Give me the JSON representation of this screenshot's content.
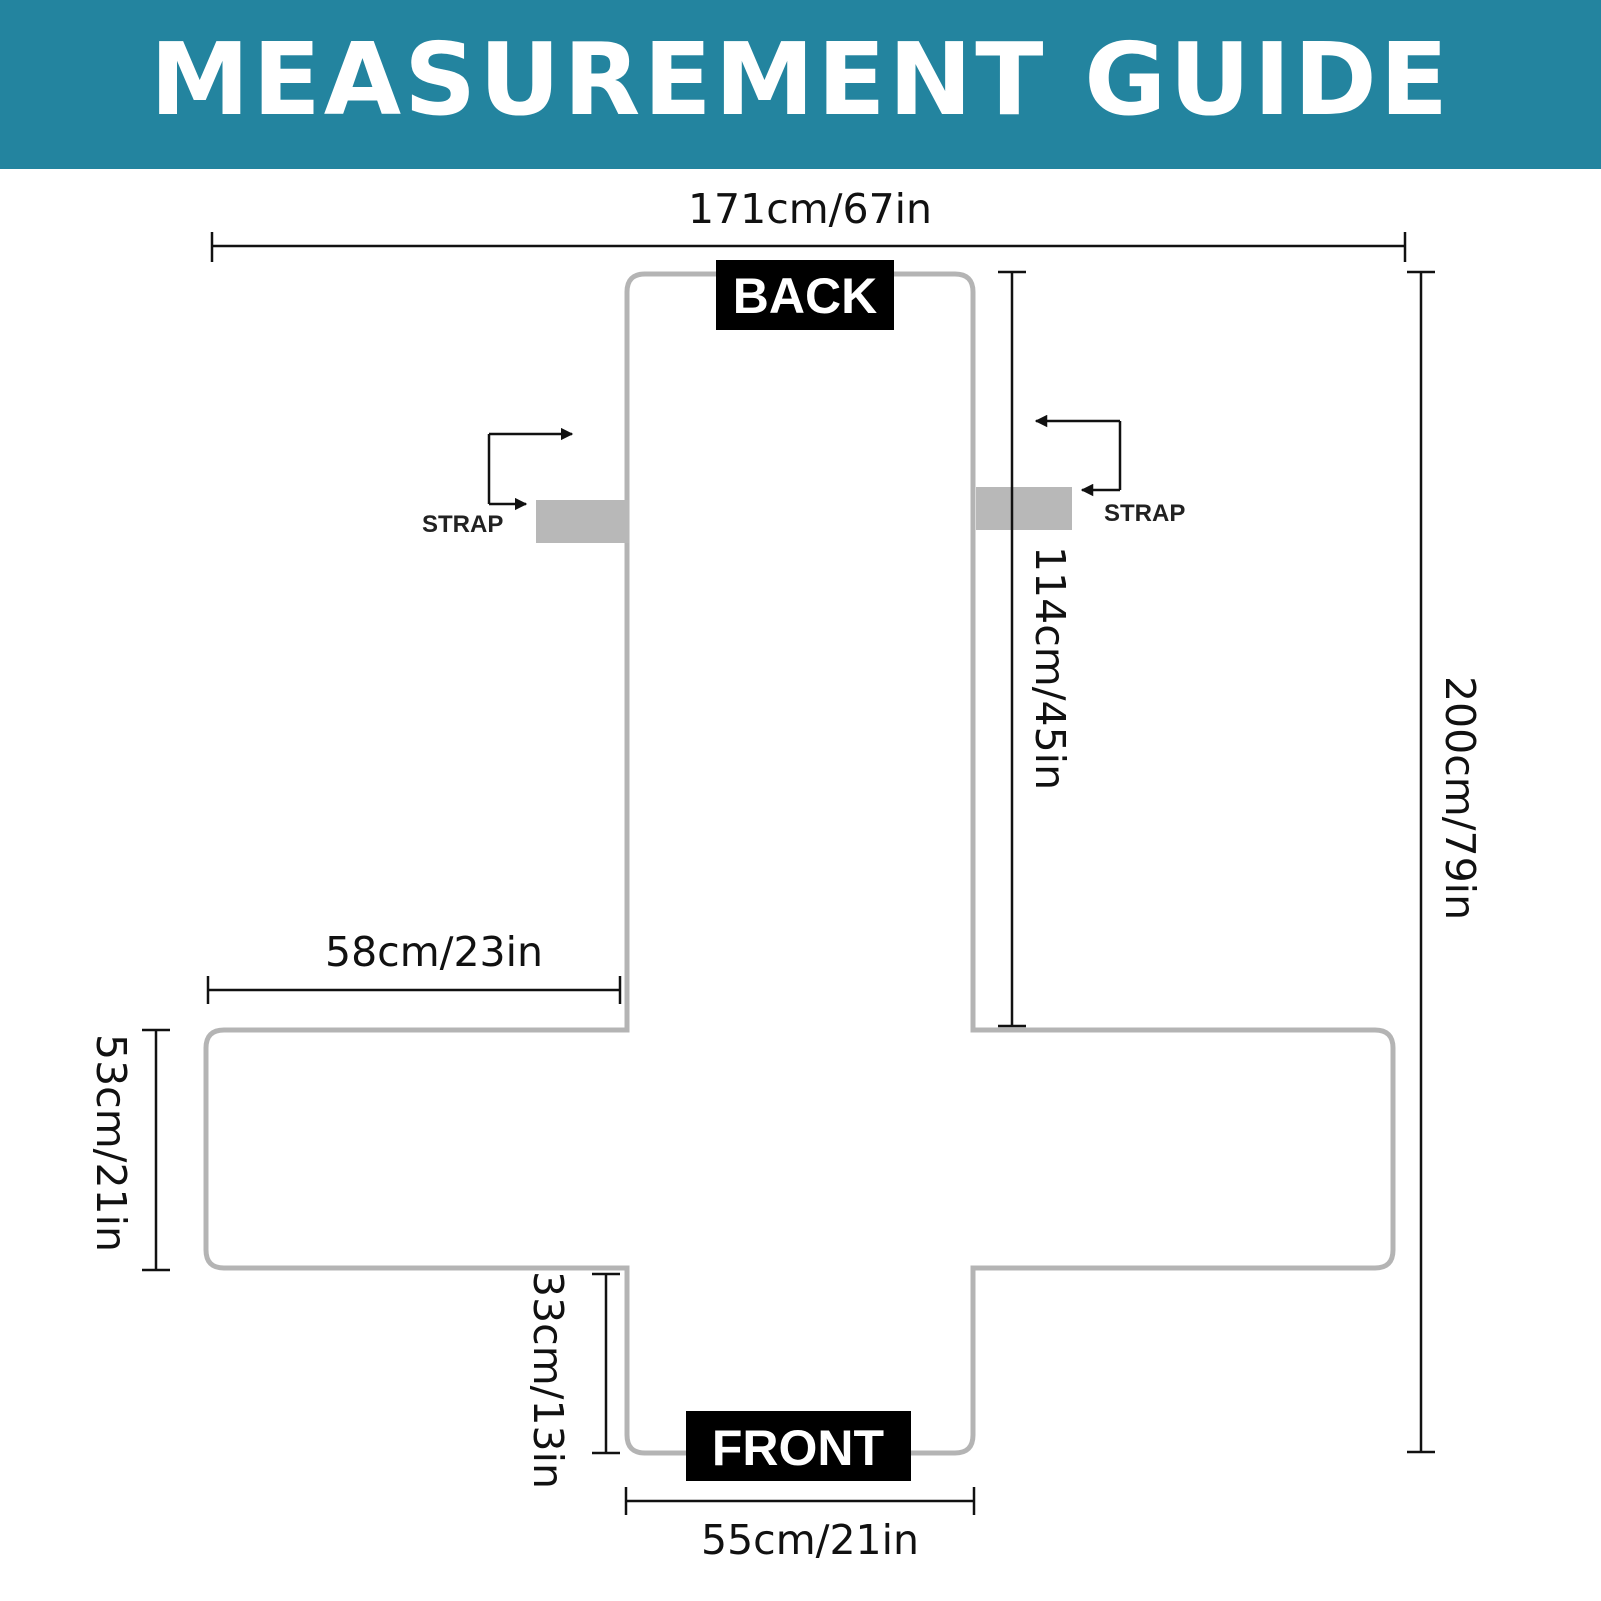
{
  "header": {
    "title": "MEASUREMENT GUIDE",
    "bg_color": "#23849f",
    "text_color": "#ffffff"
  },
  "labels": {
    "back": "BACK",
    "front": "FRONT",
    "strap_left": "STRAP",
    "strap_right": "STRAP"
  },
  "dimensions": {
    "total_width": "171cm/67in",
    "back_length": "114cm/45in",
    "total_length": "200cm/79in",
    "arm_width": "58cm/23in",
    "arm_height": "53cm/21in",
    "front_length": "33cm/13in",
    "front_width": "55cm/21in"
  },
  "colors": {
    "outline": "#b4b4b4",
    "strap": "#b8b8b8",
    "tag_bg": "#000000",
    "line": "#111111"
  }
}
